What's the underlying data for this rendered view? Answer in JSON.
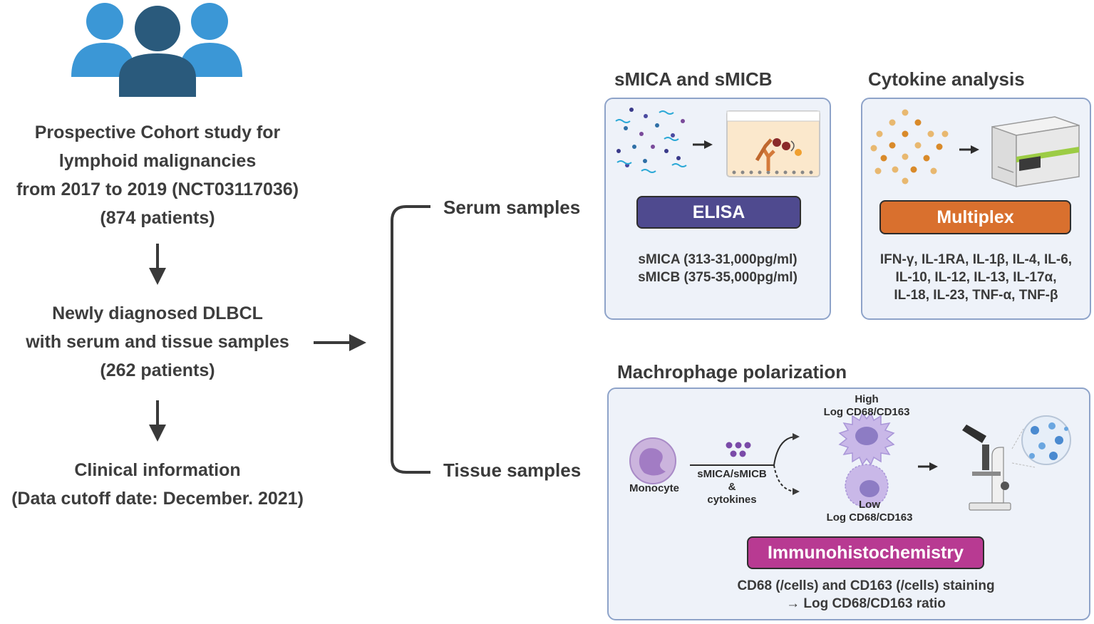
{
  "cohort": {
    "icon": "people-group-icon",
    "lines": [
      "Prospective Cohort study for",
      "lymphoid malignancies",
      "from 2017 to 2019 (NCT03117036)",
      "(874 patients)"
    ]
  },
  "dlbcl": {
    "lines": [
      "Newly diagnosed DLBCL",
      "with serum and tissue samples",
      "(262 patients)"
    ]
  },
  "clinical": {
    "lines": [
      "Clinical information",
      "(Data cutoff date: December. 2021)"
    ]
  },
  "branches": {
    "serum": "Serum samples",
    "tissue": "Tissue samples"
  },
  "smic": {
    "title": "sMICA and sMICB",
    "method": "ELISA",
    "ranges": [
      "sMICA (313-31,000pg/ml)",
      "sMICB (375-35,000pg/ml)"
    ]
  },
  "cytokine": {
    "title": "Cytokine analysis",
    "method": "Multiplex",
    "list": [
      "IFN-γ, IL-1RA, IL-1β, IL-4, IL-6,",
      "IL-10, IL-12, IL-13, IL-17α,",
      "IL-18, IL-23, TNF-α, TNF-β"
    ]
  },
  "macrophage": {
    "title": "Machrophage polarization",
    "monocyte": "Monocyte",
    "stimulus": [
      "sMICA/sMICB",
      "&",
      "cytokines"
    ],
    "high": [
      "High",
      "Log CD68/CD163"
    ],
    "low": [
      "Low",
      "Log CD68/CD163"
    ],
    "method": "Immunohistochemistry",
    "notes": [
      "CD68 (/cells) and CD163 (/cells) staining",
      "→ Log CD68/CD163 ratio"
    ]
  },
  "colors": {
    "people_light": "#3b97d6",
    "people_dark": "#2a5a7c",
    "elisa": "#4f4a8f",
    "multiplex": "#d9702e",
    "ihc": "#b83a92",
    "panel_border": "#8ea3c9",
    "panel_fill": "#eef2f9",
    "arrow": "#3a3a3a"
  }
}
